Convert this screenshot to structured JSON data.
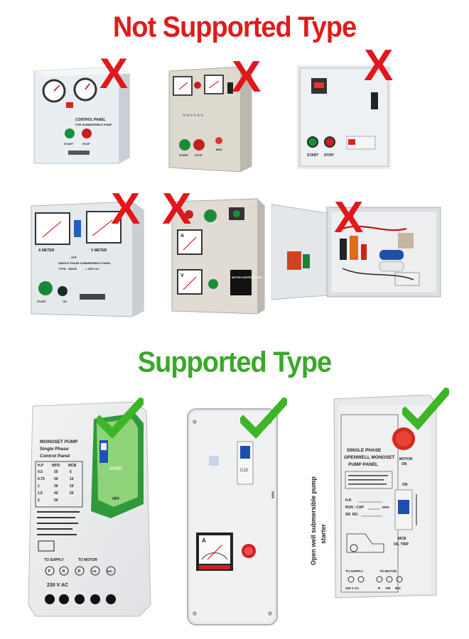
{
  "headings": {
    "not_supported": "Not Supported Type",
    "supported": "Supported Type"
  },
  "marks": {
    "cross": "X",
    "cross_color": "#e3161b",
    "check_color": "#3cb526"
  },
  "not_supported_photos": [
    {
      "name": "ammeter-voltmeter-panel",
      "labels": [
        "CONTROL PANEL",
        "FOR SUBMERSIBLE PUMP",
        "START",
        "STOP"
      ]
    },
    {
      "name": "cream-dual-meter-panel",
      "labels": [
        "START",
        "STOP",
        "M&C"
      ]
    },
    {
      "name": "digital-display-panel",
      "labels": [
        "START",
        "STOP"
      ]
    },
    {
      "name": "single-phase-submersible-panel",
      "labels": [
        "A METER",
        "V METER",
        "SINGLE PHASE SUBMERSIBLE PANEL",
        "TYPE : SMCB",
        "= 250V AC",
        "START",
        "ON",
        "OFF"
      ]
    },
    {
      "name": "indicator-lamp-panel",
      "labels": [
        "A",
        "V",
        "MOTOR CONTROL PANEL"
      ]
    },
    {
      "name": "open-wiring-cabinet",
      "labels": []
    }
  ],
  "supported_photos": [
    {
      "name": "monoset-pump-control-panel",
      "title": [
        "MONOSET PUMP",
        "Single Phase",
        "Control Panel"
      ],
      "table_header": [
        "H.P",
        "WFD",
        "MCB"
      ],
      "table_rows": [
        [
          "0.5",
          "25",
          "6"
        ],
        [
          "0.75",
          "30",
          "10"
        ],
        [
          "1",
          "36",
          "16"
        ],
        [
          "1.5",
          "45",
          "20"
        ],
        [
          "2",
          "50",
          ""
        ]
      ],
      "brand": "JYOTI",
      "off_label": "OFF",
      "to_supply": "TO SUPPLY",
      "to_motor": "TO MOTOR",
      "terminals": [
        "P",
        "N",
        "R",
        "Y/B",
        "B/G"
      ],
      "voltage": "230 V AC"
    },
    {
      "name": "mcb-meter-starter",
      "labels": [
        "C10",
        "A"
      ]
    },
    {
      "name": "openwell-monoset-pump-panel",
      "side_label": [
        "Open well submersible pump",
        "starter"
      ],
      "title": [
        "SINGLE PHASE",
        "OPENWELL MONOSET",
        "PUMP PANEL"
      ],
      "motor_on": [
        "MOTOR",
        "ON"
      ],
      "on_label": "ON",
      "fields": [
        "H.P.",
        "RUN : CAP",
        "SR. NO."
      ],
      "field_unit": "MFD",
      "mcb_label": [
        "MCB",
        "OIL TRIP"
      ],
      "to_supply": "TO SUPPLY",
      "to_motor": "TO MOTOR",
      "terminals": [
        "230 V AC",
        "R",
        "Y/B",
        "B/G"
      ]
    }
  ]
}
